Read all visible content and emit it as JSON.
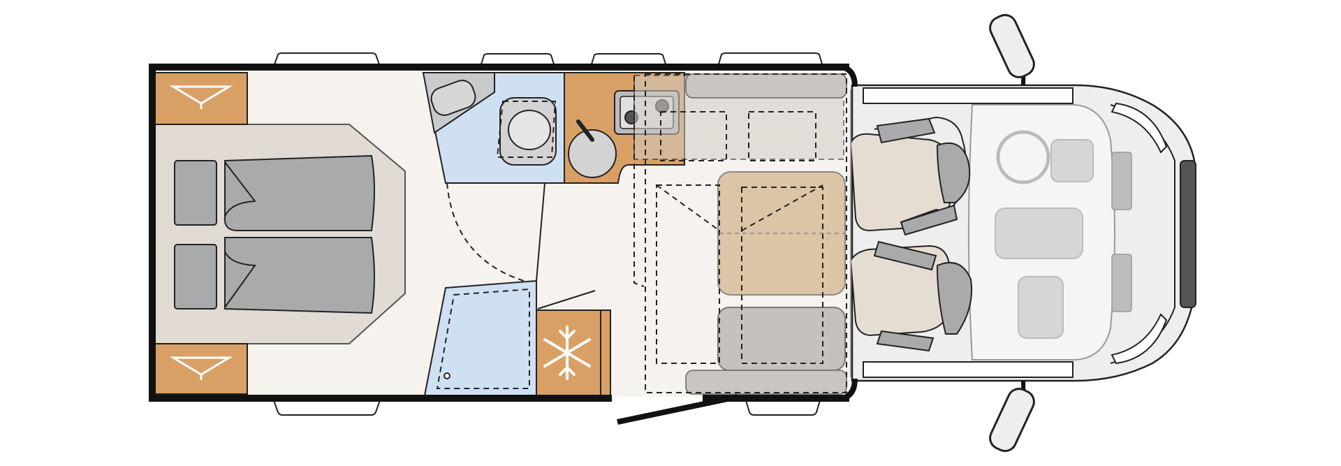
{
  "floorplan": {
    "type": "motorhome-top-view",
    "colors": {
      "wall": "#111111",
      "floor": "#f6f2ee",
      "wood": "#d9a066",
      "bed_base": "#e2dbd3",
      "cushion": "#a9aaab",
      "bathroom_blue": "#cfe0f3",
      "cab": "#e4e4e4",
      "seat": "#e6ddd2",
      "overlay_seat": "#d8bc9b"
    },
    "icons": [
      "hanger-icon",
      "hanger-icon",
      "snowflake-icon",
      "steering-wheel-icon"
    ],
    "areas": [
      "rear-twin-beds",
      "washroom",
      "kitchen",
      "shower",
      "fridge",
      "dinette",
      "pull-down-bed",
      "driver-cab",
      "entry-door"
    ]
  }
}
